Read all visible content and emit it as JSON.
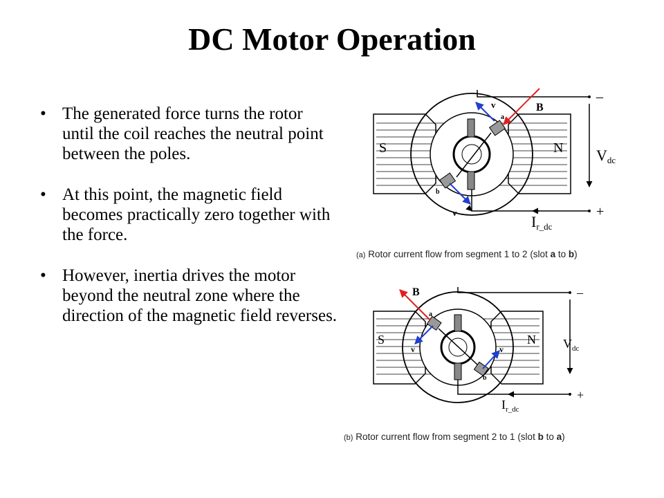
{
  "slide": {
    "title": "DC Motor Operation",
    "bullets": [
      "The generated force turns the rotor until the coil reaches the neutral point between the poles.",
      "At this point, the magnetic field becomes practically zero together with the force.",
      " However, inertia drives the motor beyond the neutral zone where the direction of the magnetic  field reverses."
    ],
    "bullet_symbol": "•"
  },
  "figure_a": {
    "caption_prefix": "(a)",
    "caption_text": "Rotor current flow from segment 1 to 2 (slot ",
    "slot_from": "a",
    "to_word": " to ",
    "slot_to": "b",
    "caption_end": ")",
    "labels": {
      "B": "B",
      "v_top": "v",
      "v_bottom": "v",
      "a": "a",
      "b": "b",
      "S": "S",
      "N": "N",
      "minus": "–",
      "plus": "+",
      "V": "V",
      "dc": "dc",
      "I": "I",
      "r_dc": "r_dc"
    }
  },
  "figure_b": {
    "caption_prefix": "(b)",
    "caption_text": "Rotor current flow from segment 2 to 1 (slot ",
    "slot_from": "b",
    "to_word": " to ",
    "slot_to": "a",
    "caption_end": ")",
    "labels": {
      "B": "B",
      "v_left": "v",
      "v_right": "v",
      "a": "a",
      "b": "b",
      "S": "S",
      "N": "N",
      "minus": "–",
      "plus": "+",
      "V": "V",
      "dc": "dc",
      "I": "I",
      "r_dc": "r_dc"
    }
  },
  "colors": {
    "B_arrow": "#e02020",
    "v_arrow": "#1f3fd0"
  }
}
